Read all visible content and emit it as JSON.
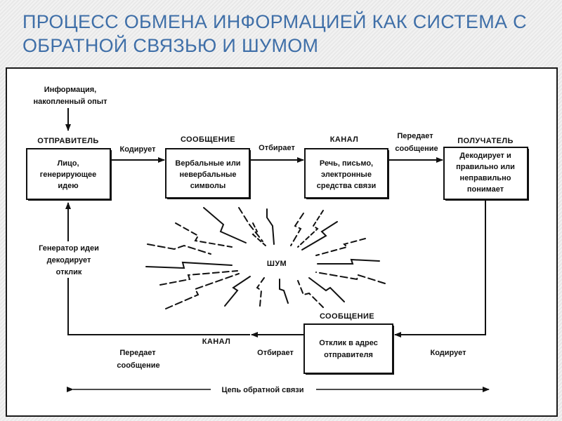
{
  "slide": {
    "title_line1": "ПРОЦЕСС ОБМЕНА ИНФОРМАЦИЕЙ КАК СИСТЕМА С",
    "title_line2": "ОБРАТНОЙ СВЯЗЬЮ И ШУМОМ",
    "title_color": "#3f6fa8"
  },
  "diagram": {
    "input_label_line1": "Информация,",
    "input_label_line2": "накопленный опыт",
    "sender": {
      "heading": "ОТПРАВИТЕЛЬ",
      "line1": "Лицо,",
      "line2": "генерирующее",
      "line3": "идею"
    },
    "encodes_label": "Кодирует",
    "message": {
      "heading": "СООБЩЕНИЕ",
      "line1": "Вербальные или",
      "line2": "невербальные",
      "line3": "символы"
    },
    "selects_label": "Отбирает",
    "channel": {
      "heading": "КАНАЛ",
      "line1": "Речь, письмо,",
      "line2": "электронные",
      "line3": "средства связи"
    },
    "transmits_label_line1": "Передает",
    "transmits_label_line2": "сообщение",
    "receiver": {
      "heading": "ПОЛУЧАТЕЛЬ",
      "line1": "Декодирует и",
      "line2": "правильно или",
      "line3": "неправильно",
      "line4": "понимает"
    },
    "noise_label": "ШУМ",
    "generator_label_line1": "Генератор идеи",
    "generator_label_line2": "декодирует",
    "generator_label_line3": "отклик",
    "feedback_message": {
      "heading": "СООБЩЕНИЕ",
      "line1": "Отклик в адрес",
      "line2": "отправителя"
    },
    "feedback_encodes_label": "Кодирует",
    "feedback_selects_label": "Отбирает",
    "feedback_channel_label": "КАНАЛ",
    "feedback_transmits_line1": "Передает",
    "feedback_transmits_line2": "сообщение",
    "feedback_loop_label": "Цепь обратной связи"
  }
}
